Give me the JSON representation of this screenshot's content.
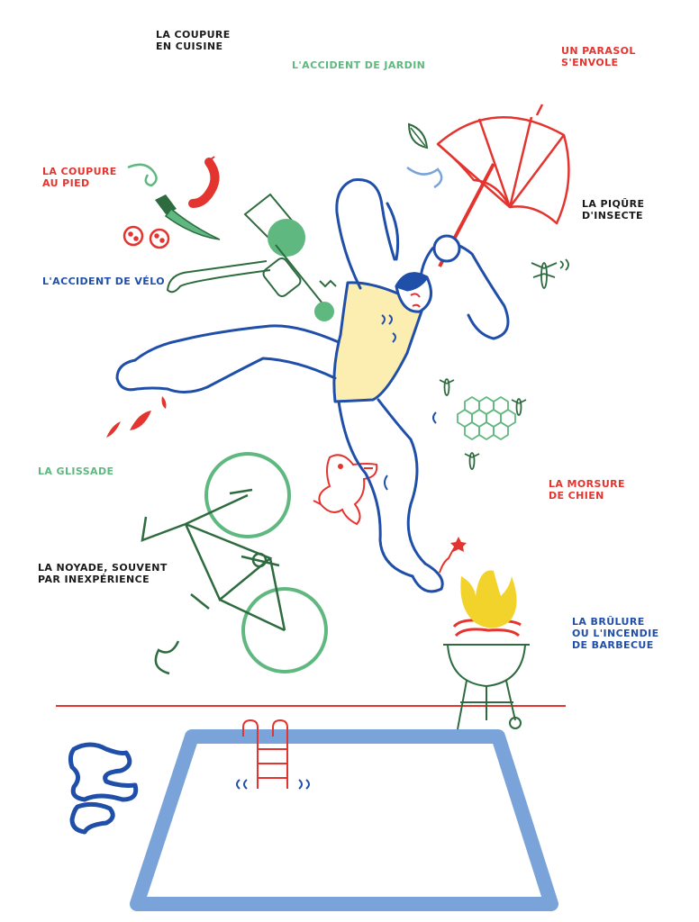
{
  "colors": {
    "blue": "#1f4fa8",
    "red": "#e3342f",
    "green": "#2e6b3f",
    "light_green": "#5fb87f",
    "black": "#1a1a1a",
    "pool_blue": "#7aa3d9",
    "yellow": "#f2d32c",
    "check_fill": "#fbeeb0"
  },
  "labels": {
    "kitchen_cut": [
      "LA COUPURE",
      "EN CUISINE"
    ],
    "garden_accident": [
      "L'ACCIDENT DE JARDIN"
    ],
    "parasol": [
      "UN PARASOL",
      "S'ENVOLE"
    ],
    "foot_cut": [
      "LA COUPURE",
      "AU PIED"
    ],
    "insect_sting": [
      "LA PIQÛRE",
      "D'INSECTE"
    ],
    "bike_accident": [
      "L'ACCIDENT DE VÉLO"
    ],
    "slip": [
      "LA GLISSADE"
    ],
    "dog_bite": [
      "LA MORSURE",
      "DE CHIEN"
    ],
    "drowning": [
      "LA NOYADE, SOUVENT",
      "PAR INEXPÉRIENCE"
    ],
    "bbq_burn": [
      "LA BRÛLURE",
      "OU L'INCENDIE",
      "DE BARBECUE"
    ]
  },
  "icons": [
    "person-figure",
    "umbrella-icon",
    "knife-icon",
    "sausage-icon",
    "tomato-slices-icon",
    "hedge-trimmer-icon",
    "bicycle-icon",
    "dog-icon",
    "barbecue-icon",
    "flame-icon",
    "wasp-icon",
    "honeycomb-icon",
    "pool-icon",
    "ladder-icon",
    "blood-drops-icon",
    "leaf-icon"
  ]
}
